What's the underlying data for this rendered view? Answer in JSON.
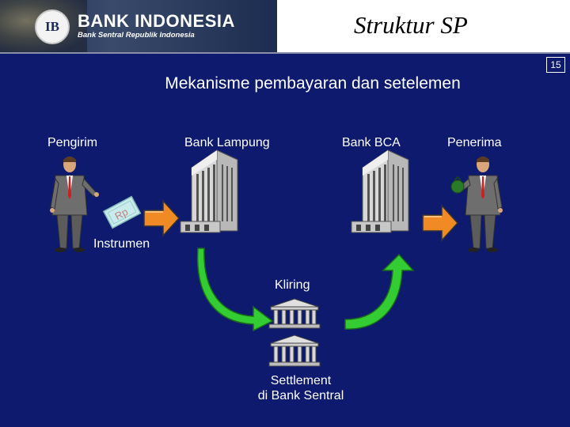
{
  "header": {
    "bank_name": "BANK INDONESIA",
    "bank_subtitle": "Bank Sentral Republik Indonesia",
    "emblem_text": "IB",
    "title": "Struktur SP"
  },
  "page_number": "15",
  "slide_title": "Mekanisme pembayaran dan setelemen",
  "diagram": {
    "pengirim": "Pengirim",
    "bank_lampung": "Bank Lampung",
    "bank_bca": "Bank BCA",
    "penerima": "Penerima",
    "instrumen": "Instrumen",
    "instrument_note": "Rp",
    "kliring": "Kliring",
    "settlement_line1": "Settlement",
    "settlement_line2": "di Bank Sentral"
  },
  "colors": {
    "background": "#0d1a6e",
    "arrow_green": "#33cc33",
    "arrow_orange": "#f08a24",
    "text": "#ffffff"
  }
}
